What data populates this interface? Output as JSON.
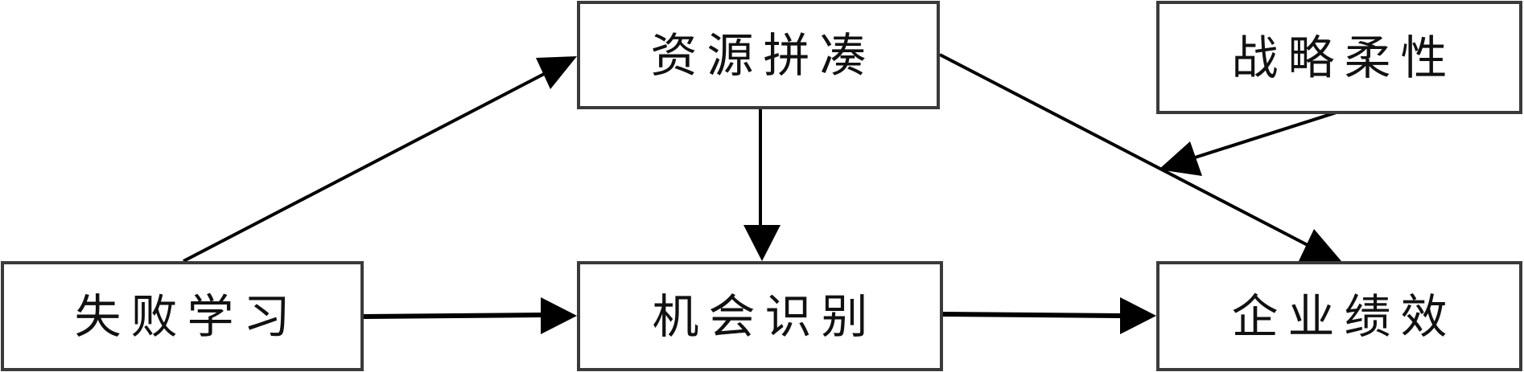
{
  "diagram": {
    "nodes": {
      "resource_bricolage": "资源拼凑",
      "strategic_flexibility": "战略柔性",
      "failure_learning": "失败学习",
      "opportunity_recognition": "机会识别",
      "firm_performance": "企业绩效"
    },
    "edges": [
      {
        "from": "failure_learning",
        "to": "resource_bricolage"
      },
      {
        "from": "failure_learning",
        "to": "opportunity_recognition"
      },
      {
        "from": "resource_bricolage",
        "to": "opportunity_recognition"
      },
      {
        "from": "resource_bricolage",
        "to": "firm_performance"
      },
      {
        "from": "opportunity_recognition",
        "to": "firm_performance"
      },
      {
        "from": "strategic_flexibility",
        "to": "edge:resource_bricolage->firm_performance",
        "type": "moderation"
      }
    ],
    "colors": {
      "line": "#000000",
      "border": "#3a3a3a",
      "text": "#111111",
      "background": "#ffffff"
    }
  }
}
